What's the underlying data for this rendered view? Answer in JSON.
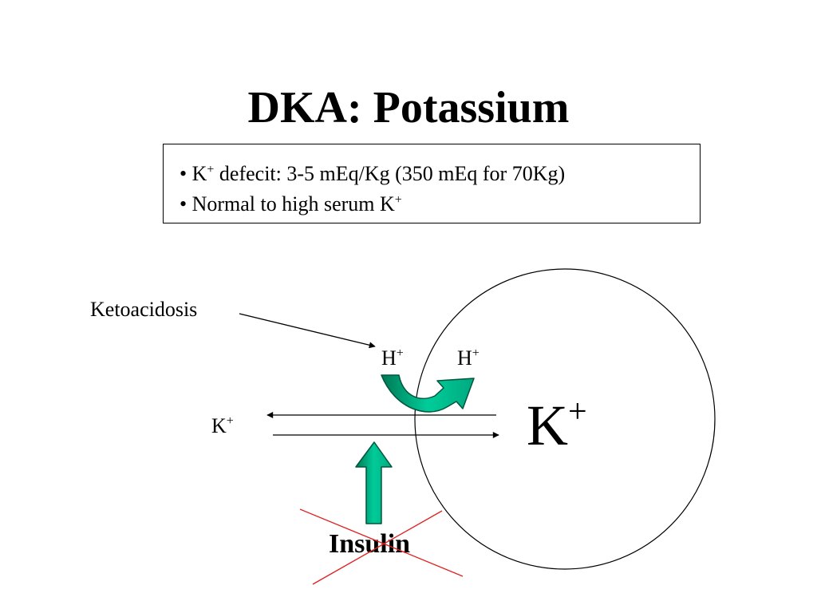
{
  "title": "DKA: Potassium",
  "bullets": [
    {
      "bullet": "•",
      "pre": "K",
      "sup": "+",
      "post": " defecit: 3-5 mEq/Kg (350 mEq for 70Kg)"
    },
    {
      "bullet": "•",
      "pre": "Normal to high serum K",
      "sup": "+",
      "post": ""
    }
  ],
  "diagram": {
    "ketoacidosis_label": "Ketoacidosis",
    "h_in": {
      "base": "H",
      "sup": "+"
    },
    "h_out": {
      "base": "H",
      "sup": "+"
    },
    "k_outside": {
      "base": "K",
      "sup": "+"
    },
    "k_cell": {
      "base": "K",
      "sup": "+"
    },
    "insulin_label": "Insulin"
  },
  "colors": {
    "arrow_fill_light": "#00cc99",
    "arrow_fill_dark": "#007755",
    "cross": "#e02020"
  }
}
